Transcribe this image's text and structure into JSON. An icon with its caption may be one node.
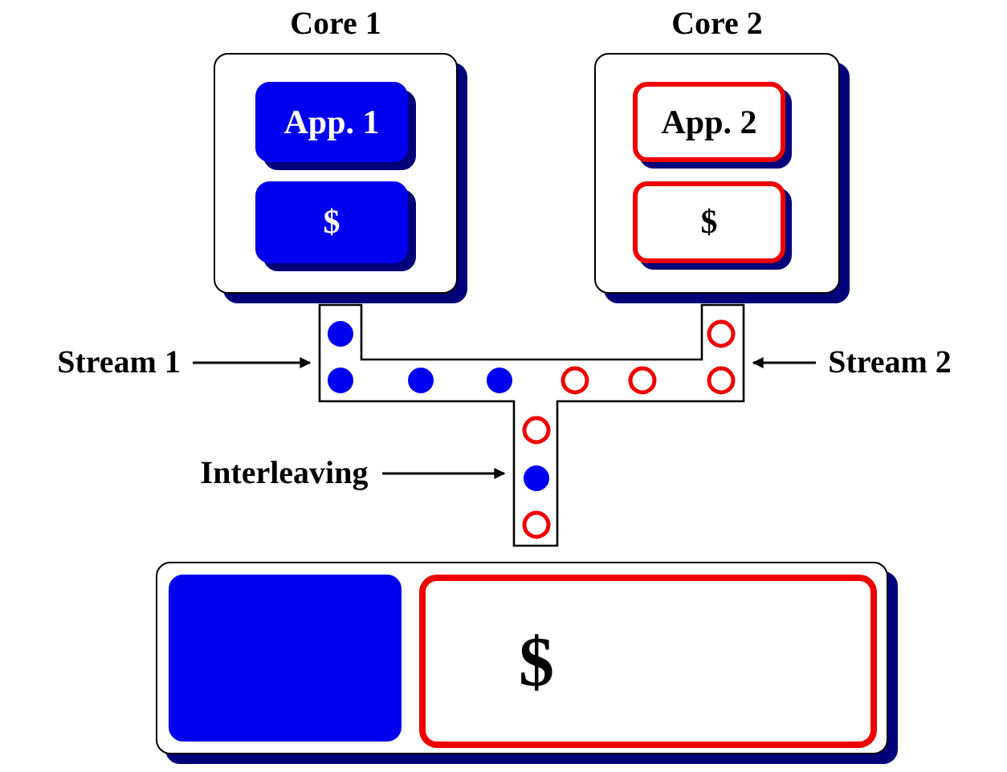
{
  "diagram": {
    "nodes": [
      {
        "text": [
          "Core 1"
        ]
      },
      {
        "text": [
          "App. 1"
        ],
        "in": 0
      },
      {
        "text": [
          "$"
        ],
        "in": 0
      },
      {
        "text": [
          "Core 2"
        ]
      },
      {
        "text": [
          "App. 2"
        ],
        "in": 3
      },
      {
        "text": [
          "$"
        ],
        "in": 3
      },
      {
        "text": [
          "Stream 1"
        ]
      },
      {
        "text": [],
        "shape": "bar"
      },
      {
        "text": [
          "Stream 2"
        ]
      },
      {
        "text": [
          "Interleaving"
        ]
      },
      {
        "text": [],
        "shape": "box"
      },
      {
        "text": [],
        "shape": "box",
        "in": 10
      },
      {
        "text": [
          "$"
        ],
        "in": 10
      }
    ],
    "edges": [
      {
        "from": 6,
        "to": 7,
        "arrow": "to"
      },
      {
        "from": 8,
        "to": 7,
        "arrow": "to"
      },
      {
        "from": 9,
        "to": 7,
        "arrow": "to"
      }
    ]
  }
}
